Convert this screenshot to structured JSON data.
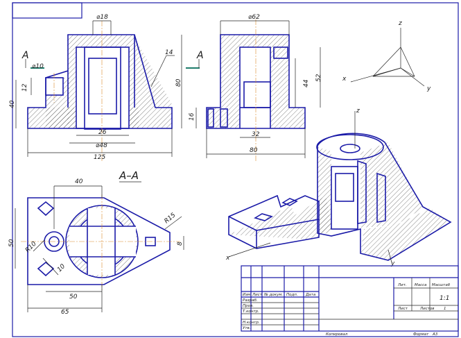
{
  "front_view": {
    "dim_d18": "⌀18",
    "dim_d10": "⌀10",
    "dim_12": "12",
    "dim_40": "40",
    "dim_80": "80",
    "dim_14": "14",
    "dim_26": "26",
    "dim_d48": "⌀48",
    "dim_125": "125",
    "section_mark": "A"
  },
  "side_view": {
    "dim_d62": "⌀62",
    "dim_44": "44",
    "dim_52": "52",
    "dim_16": "16",
    "dim_32": "32",
    "dim_80": "80",
    "section_mark": "A"
  },
  "top_view": {
    "section_title": "А–А",
    "dim_40": "40",
    "dim_50": "50",
    "dim_R10": "R10",
    "dim_10": "10",
    "dim_50_bottom": "50",
    "dim_65": "65",
    "dim_R15": "R15",
    "dim_8": "8"
  },
  "axes": {
    "z": "z",
    "x": "x",
    "y": "y"
  },
  "iso_axes": {
    "z": "z",
    "x": "x",
    "y": "y"
  },
  "title_block": {
    "lit": "Лит.",
    "massa": "Масса",
    "masshtab": "Масштаб",
    "scale_value": "1:1",
    "izm": "Изм.",
    "list": "Лист",
    "n_dokum": "№ докум.",
    "podp": "Подп.",
    "data": "Дата",
    "razrab": "Разраб.",
    "prov": "Пров.",
    "t_kontr": "Т.контр.",
    "n_kontr": "Н.контр.",
    "utv": "Утв.",
    "list2": "Лист",
    "listov": "Листов",
    "listov_value": "1",
    "kopiroval": "Копировал",
    "format": "Формат",
    "format_value": "A3"
  }
}
